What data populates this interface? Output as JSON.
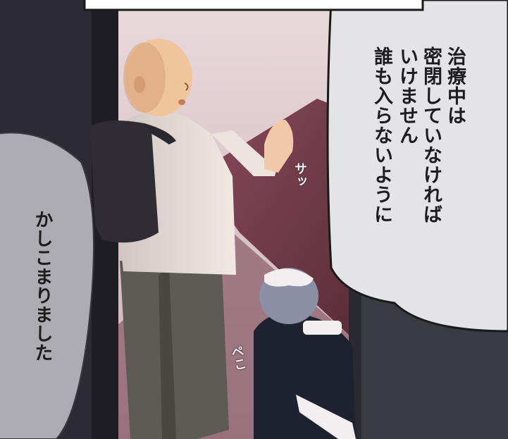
{
  "panel": {
    "speech_right": {
      "line1": "治療中は",
      "line2": "密閉していなければ",
      "line3": "いけません",
      "line4": "誰も入らないように"
    },
    "speech_left": {
      "line1": "かしこまりました"
    },
    "sfx": {
      "gesture": "サッ",
      "nod": "ペこ"
    }
  }
}
